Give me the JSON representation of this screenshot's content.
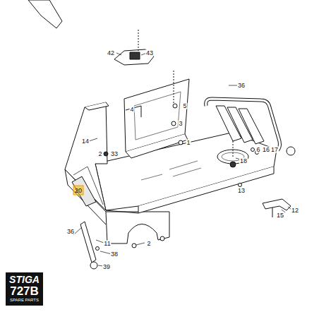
{
  "diagram": {
    "nodes": [
      {
        "text": [
          "STIGA",
          "727B",
          "SPARE PARTS"
        ]
      }
    ],
    "labels": [
      "42",
      "43",
      "36",
      "4",
      "5",
      "3",
      "14",
      "2",
      "33",
      "1",
      "18",
      "6",
      "16",
      "17",
      "20",
      "13",
      "12",
      "15",
      "36",
      "11",
      "2",
      "38",
      "39"
    ]
  }
}
